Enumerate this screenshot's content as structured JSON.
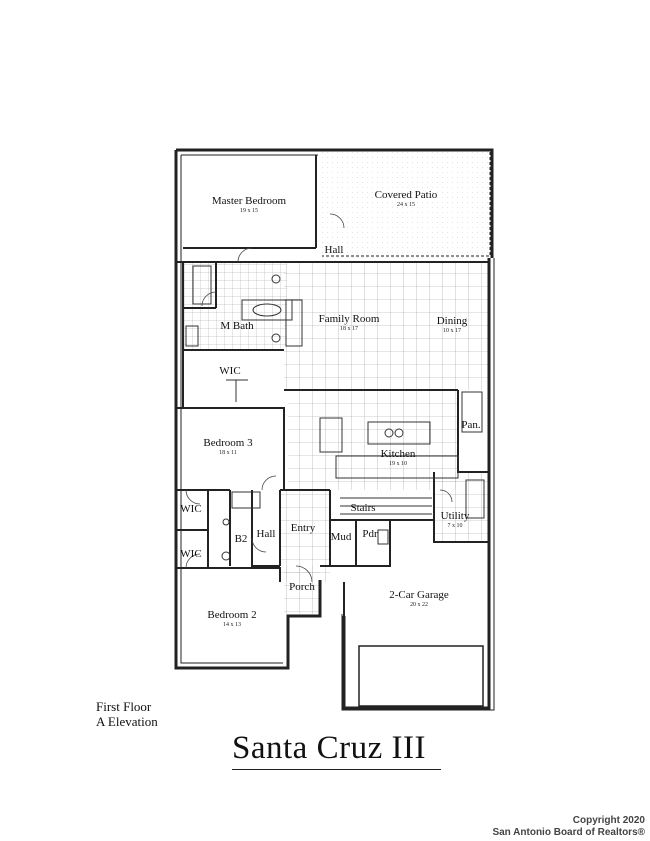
{
  "rooms": [
    {
      "key": "master_bedroom",
      "name": "Master Bedroom",
      "dim": "19 x 15"
    },
    {
      "key": "covered_patio",
      "name": "Covered Patio",
      "dim": "24 x 15"
    },
    {
      "key": "hall_top",
      "name": "Hall"
    },
    {
      "key": "m_bath",
      "name": "M Bath"
    },
    {
      "key": "family_room",
      "name": "Family Room",
      "dim": "18 x 17"
    },
    {
      "key": "dining",
      "name": "Dining",
      "dim": "10 x 17"
    },
    {
      "key": "wic_master",
      "name": "WIC"
    },
    {
      "key": "pan",
      "name": "Pan."
    },
    {
      "key": "bedroom_3",
      "name": "Bedroom 3",
      "dim": "18 x 11"
    },
    {
      "key": "kitchen",
      "name": "Kitchen",
      "dim": "19 x 10"
    },
    {
      "key": "wic_1",
      "name": "WIC"
    },
    {
      "key": "stairs",
      "name": "Stairs"
    },
    {
      "key": "entry",
      "name": "Entry"
    },
    {
      "key": "hall_mid",
      "name": "Hall"
    },
    {
      "key": "b2",
      "name": "B2"
    },
    {
      "key": "mud",
      "name": "Mud"
    },
    {
      "key": "pdr",
      "name": "Pdr"
    },
    {
      "key": "utility",
      "name": "Utility",
      "dim": "7 x 10"
    },
    {
      "key": "wic_2",
      "name": "WIC"
    },
    {
      "key": "porch",
      "name": "Porch"
    },
    {
      "key": "garage",
      "name": "2-Car Garage",
      "dim": "20 x 22"
    },
    {
      "key": "bedroom_2",
      "name": "Bedroom 2",
      "dim": "14 x 13"
    }
  ],
  "caption": {
    "line1": "First Floor",
    "line2": "A Elevation"
  },
  "title": "Santa Cruz III",
  "copyright": {
    "line1": "Copyright 2020",
    "line2": "San Antonio Board of Realtors®"
  }
}
